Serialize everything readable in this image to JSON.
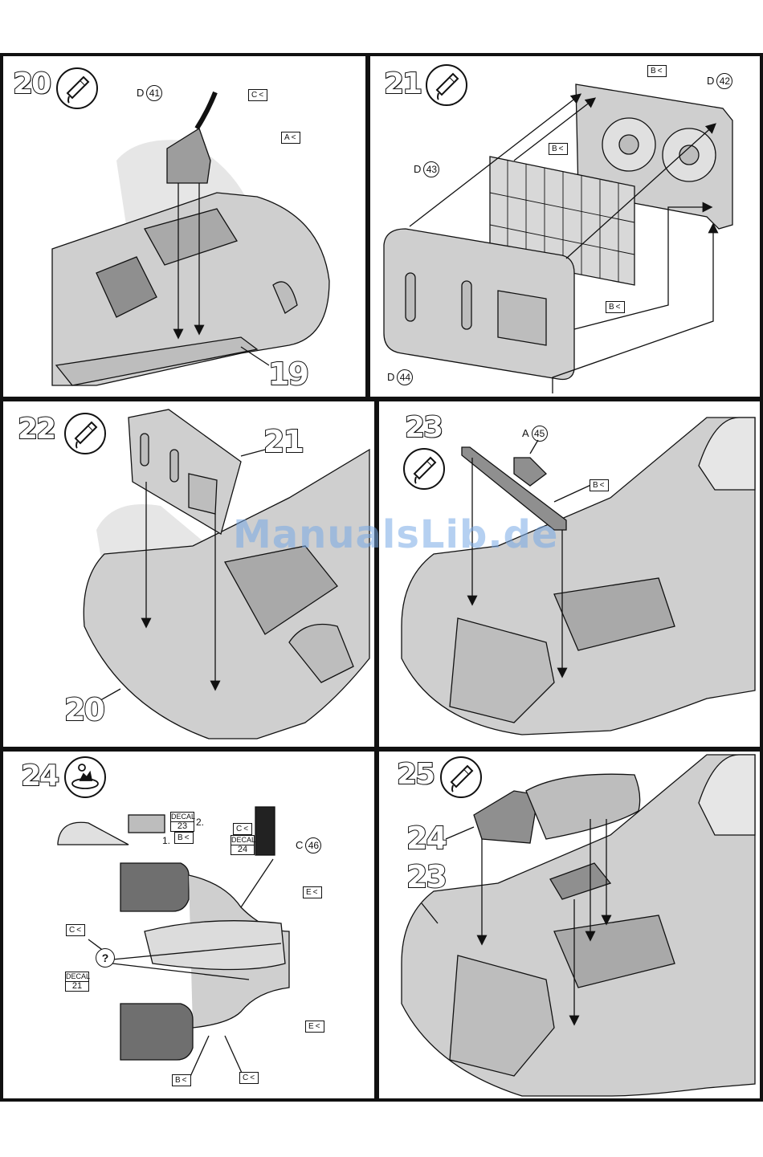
{
  "steps": [
    {
      "number": "20",
      "icon": "glue-tube-icon",
      "parts": [
        {
          "letter": "D",
          "num": "41"
        }
      ],
      "paints": [
        "C",
        "A"
      ],
      "refs": [
        "19"
      ]
    },
    {
      "number": "21",
      "icon": "glue-tube-icon",
      "parts": [
        {
          "letter": "D",
          "num": "42"
        },
        {
          "letter": "D",
          "num": "43"
        },
        {
          "letter": "D",
          "num": "44"
        }
      ],
      "paints": [
        "B",
        "B",
        "B"
      ]
    },
    {
      "number": "22",
      "icon": "glue-tube-icon",
      "refs": [
        "21",
        "20"
      ]
    },
    {
      "number": "23",
      "icon": "glue-tube-icon",
      "parts": [
        {
          "letter": "A",
          "num": "45"
        }
      ],
      "paints": [
        "B"
      ]
    },
    {
      "number": "24",
      "icon": "decal-water-icon",
      "parts": [
        {
          "letter": "C",
          "num": "46"
        }
      ],
      "paints": [
        "C",
        "E",
        "C",
        "E",
        "B",
        "C",
        "B"
      ],
      "decals": [
        {
          "label": "DECAL",
          "num": "23"
        },
        {
          "label": "DECAL",
          "num": "24"
        },
        {
          "label": "DECAL",
          "num": "21"
        }
      ],
      "order": [
        "1.",
        "2."
      ],
      "question": "?"
    },
    {
      "number": "25",
      "icon": "glue-tube-icon",
      "refs": [
        "24",
        "23"
      ]
    }
  ],
  "watermark": "ManualsLib.de"
}
